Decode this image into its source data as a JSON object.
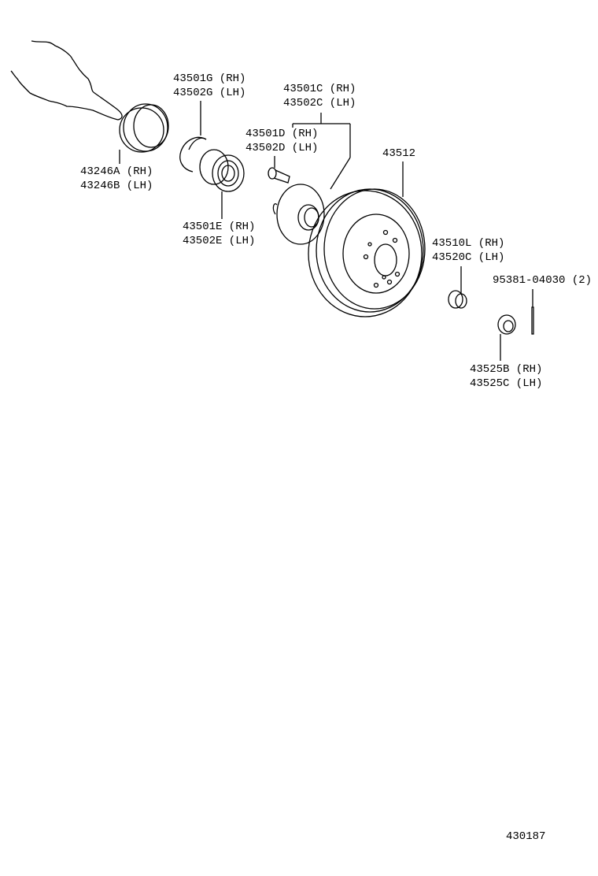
{
  "diagram_id": "430187",
  "parts": {
    "hand_pointer": {
      "icon": "pointing-hand-icon"
    },
    "oil_seal": {
      "lines": [
        "43246A (RH)",
        "43246B (LH)"
      ]
    },
    "snap_ring": {
      "lines": [
        "43501G (RH)",
        "43502G (LH)"
      ]
    },
    "hub_assembly": {
      "lines": [
        "43501C (RH)",
        "43502C (LH)"
      ]
    },
    "hub_bolt": {
      "lines": [
        "43501D (RH)",
        "43502D (LH)"
      ]
    },
    "bearing": {
      "lines": [
        "43501E (RH)",
        "43502E (LH)"
      ]
    },
    "disc": {
      "lines": [
        "43512"
      ]
    },
    "hub_nut": {
      "lines": [
        "43510L (RH)",
        "43520C (LH)"
      ]
    },
    "cotter_pin": {
      "lines": [
        "95381-04030 (2)"
      ]
    },
    "nut_lock_cap": {
      "lines": [
        "43525B (RH)",
        "43525C (LH)"
      ]
    }
  }
}
